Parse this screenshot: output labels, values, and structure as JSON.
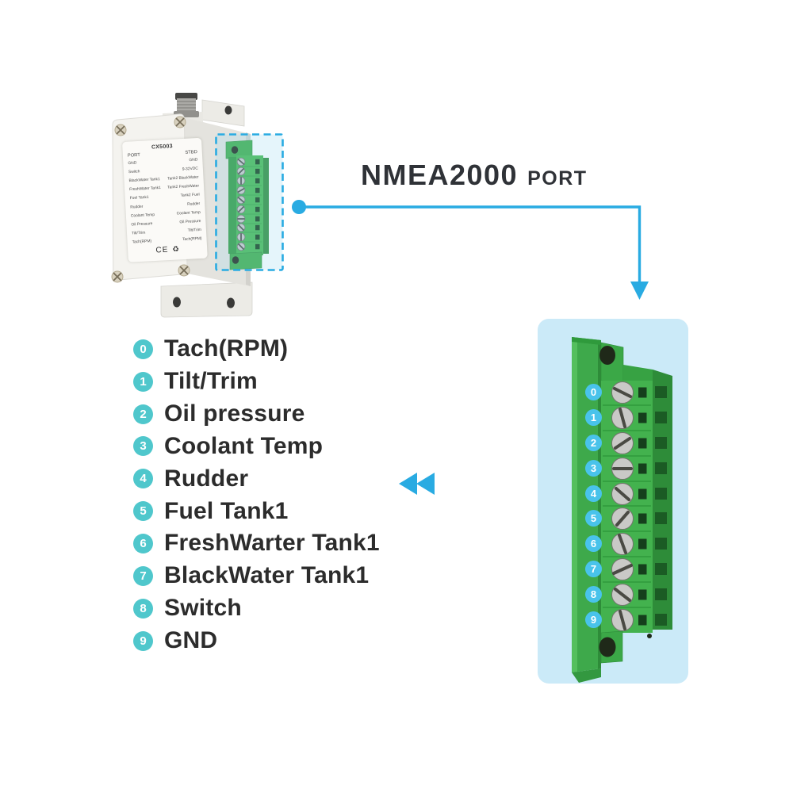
{
  "title": {
    "main": "NMEA2000",
    "sub": "PORT"
  },
  "device": {
    "model": "CX5003",
    "label": {
      "left_header": "PORT",
      "right_header": "STBD",
      "rows": [
        {
          "left": "GND",
          "right": "GND"
        },
        {
          "left": "Switch",
          "right": "9-32VDC"
        },
        {
          "left": "BlackWater Tank1",
          "right": "Tank2 BlackWater"
        },
        {
          "left": "FreshWater Tank1",
          "right": "Tank2 FreshWater"
        },
        {
          "left": "Fuel Tank1",
          "right": "Tank2 Fuel"
        },
        {
          "left": "Rudder",
          "right": "Rudder"
        },
        {
          "left": "Coolant Temp",
          "right": "Coolant Temp"
        },
        {
          "left": "Oil Pressure",
          "right": "Oil Pressure"
        },
        {
          "left": "Tilt/Trim",
          "right": "Tilt/Trim"
        },
        {
          "left": "Tach(RPM)",
          "right": "Tach(RPM)"
        }
      ],
      "certifications": {
        "ce": "CE",
        "recycle": "♻"
      }
    }
  },
  "pin_list": {
    "items": [
      {
        "num": "0",
        "label": "Tach(RPM)"
      },
      {
        "num": "1",
        "label": "Tilt/Trim"
      },
      {
        "num": "2",
        "label": "Oil pressure"
      },
      {
        "num": "3",
        "label": "Coolant Temp"
      },
      {
        "num": "4",
        "label": "Rudder"
      },
      {
        "num": "5",
        "label": "Fuel Tank1"
      },
      {
        "num": "6",
        "label": "FreshWarter Tank1"
      },
      {
        "num": "7",
        "label": "BlackWater Tank1"
      },
      {
        "num": "8",
        "label": "Switch"
      },
      {
        "num": "9",
        "label": "GND"
      }
    ]
  },
  "terminal_panel": {
    "pins": [
      "0",
      "1",
      "2",
      "3",
      "4",
      "5",
      "6",
      "7",
      "8",
      "9"
    ]
  },
  "colors": {
    "accent": "#29ABE2",
    "list_badge": "#4FC7CC",
    "panel_badge": "#49C3EB",
    "panel_bg": "#CBEAF8",
    "connector_green": "#3EA94B",
    "title_text": "#2F3237"
  }
}
